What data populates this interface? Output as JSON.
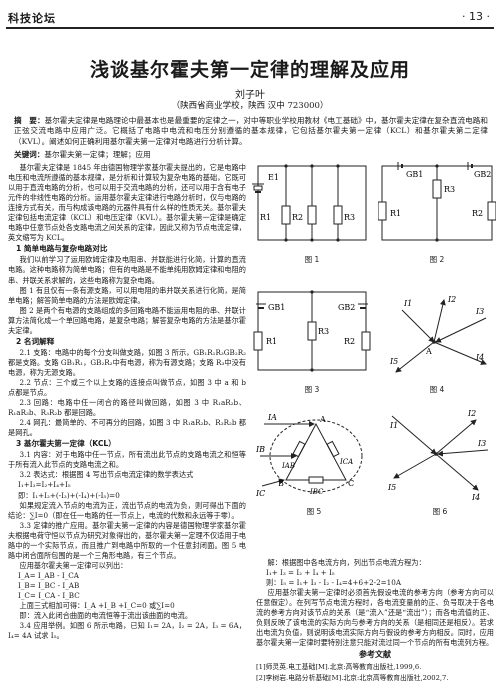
{
  "header": {
    "section": "科技论坛",
    "page": "· 13 ·"
  },
  "article": {
    "title": "浅谈基尔霍夫第一定律的理解及应用",
    "author": "刘子叶",
    "affiliation": "（陕西省商业学校，陕西 汉中 723000）",
    "abstract_label": "摘　要：",
    "abstract": "基尔霍夫定律是电路理论中最基本也是最重要的定律之一，对中等职业学校用教材《电工基础》中，基尔霍夫定律在复杂直流电路和正弦交流电路中应用广泛。它概括了电路中电流和电压分别遵循的基本规律，它包括基尔霍夫第一定律（KCL）和基尔霍夫第二定律（KVL）。阐述如何正确利用基尔霍夫第一定律对电路进行分析计算。",
    "keywords_label": "关键词：",
    "keywords": "基尔霍夫第一定律；理解；应用"
  },
  "body_left": [
    {
      "type": "p",
      "text": "基尔霍夫定律是 1845 年由德国物理学家基尔霍夫提出的，它是电路中电压和电流所遵循的基本规律，是分析和计算较为复杂电路的基础，它既可以用于直流电路的分析，也可以用于交流电路的分析，还可以用于含有电子元件的非线性电路的分析。运用基尔霍夫定律进行电路分析时，仅与电路的连接方式有关，而与构成该电路的元器件具有什么样的性质无关。基尔霍夫定律包括电流定律（KCL）和电压定律（KVL）。基尔霍夫第一定律是确定电路中任意节点处各支路电流之间关系的定律，因此又称为节点电流定律，英文缩写为 KCL。"
    },
    {
      "type": "h",
      "text": "1  简单电路与复杂电路对比"
    },
    {
      "type": "p",
      "text": "我们以前学习了运用欧姆定律及电阻串、并联能进行化简，计算的直流电路。这种电路称为简单电路；但有的电路是不能单纯用欧姆定律和电阻的串、并联关系求解的，这些电路称为复杂电路。"
    },
    {
      "type": "p",
      "text": "图 1 有且仅有一条有源支路，可以用电阻的串并联关系进行化简，是简单电路；解答简单电路的方法是欧姆定律。"
    },
    {
      "type": "p",
      "text": "图 2 是两个有电源的支路组成的多回路电路不能运用电阻的串、并联计算方法简化成一个单回路电路，是复杂电路；解答复杂电路的方法是基尔霍夫定律。"
    },
    {
      "type": "h",
      "text": "2  名词解释"
    },
    {
      "type": "p",
      "text": "2.1 支路：电路中的每个分支叫做支路，如图 3 所示，GB₁R₁R₃GB₂R₂都是支路。支路 GB₁R₁，GB₂R₂中有电源，称为有源支路；支路 R₃中没有电源，称为无源支路。"
    },
    {
      "type": "p",
      "text": "2.2 节点：三个或三个以上支路的连接点叫做节点，如图 3 中 a 和 b 点都是节点。"
    },
    {
      "type": "p",
      "text": "2.3 回路：电路中任一闭合的路径叫做回路，如图 3 中 R₁aR₂b、R₁aR₃b、R₃R₂b 都是回路。"
    },
    {
      "type": "p",
      "text": "2.4 网孔：最简单的、不可再分的回路，如图 3 中 R₁aR₂b、R₃R₂b 都是网孔。"
    },
    {
      "type": "h",
      "text": "3  基尔霍夫第一定律（KCL）"
    },
    {
      "type": "p",
      "text": "3.1 内容：对于电路中任一节点，所有流出此节点的支路电流之和恒等于所有流入此节点的支路电流之和。"
    },
    {
      "type": "p",
      "text": "3.2 表达式：根据图 4 写出节点电流定律的数学表达式"
    },
    {
      "type": "eq",
      "text": "I₁+I₃=I₂+I₄+I₅"
    },
    {
      "type": "eq",
      "text": "即：I₁+I₂+(-I₃)+(-I₄)+(-I₅)=0"
    },
    {
      "type": "p",
      "text": "如果规定流入节点的电流为正，流出节点的电流为负，则可得出下面的结论：∑I=0（即在任一电路的任一节点上，电流的代数和永远等于零）。"
    },
    {
      "type": "p",
      "text": "3.3 定律的推广应用。基尔霍夫第一定律的内容是德国物理学家基尔霍夫根据电荷守恒以节点为研究对象得出的，基尔霍夫第一定理不仅适用于电路中的一个实际节点，而且推广到电路中所取的一个任意封闭面。图 5 电路中闭合面所包围的是一个三角形电路，有三个节点。"
    },
    {
      "type": "p",
      "text": "应用基尔霍夫第一定律可以列出："
    },
    {
      "type": "eq",
      "text": "I_A= I_AB - I_CA"
    },
    {
      "type": "eq",
      "text": "I_B= I_BC - I_AB"
    },
    {
      "type": "eq",
      "text": "I_C= I_CA - I_BC"
    },
    {
      "type": "p",
      "text": "上面三式相加可得：I_A +I_B +I_C=0 或∑I=0"
    },
    {
      "type": "p",
      "text": "即：流入此闭合曲面的电流恒等于流出该曲面的电流。"
    },
    {
      "type": "p",
      "text": "3.4 应用举例。如图 6 所示电路，已知 I₁= 2A，I₂ = 2A，I₃ = 6A，I₄= 4A 试求 I₅。"
    }
  ],
  "body_right": [
    {
      "type": "p",
      "text": "解：根据图中各电流方向，列出节点电流方程为："
    },
    {
      "type": "eq",
      "text": "I₁+ I₃ = I₂ + I₄ + I₅"
    },
    {
      "type": "eq",
      "text": "则：I₅ = I₁+ I₃ - I₂ - I₄=4+6+2-2=10A"
    },
    {
      "type": "p",
      "text": "应用基尔霍夫第一定律时必须首先假设电流的参考方向（参考方向可以任意假定）。在列写节点电流方程时，各电流变量前的正、负号取决于各电流的参考方向对该节点的关系（是“流入”还是“流出”）；而各电流值的正、负则反映了该电流的实际方向与参考方向的关系（是相同还是相反）。若求出电流为负值，则说明该电流实际方向与假设的参考方向相反。同时，应用基尔霍夫第一定律时要特别注意只能对流过同一个节点的所有电流列方程。"
    },
    {
      "type": "h",
      "text": "参考文献"
    },
    {
      "type": "ref",
      "text": "[1]师灵英.电工基础[M].北京:高等教育出版社,1999,6."
    },
    {
      "type": "ref",
      "text": "[2]李树岩.电路分析基础[M].北京:北京高等教育出版社,2002,7."
    }
  ],
  "figures": {
    "fig1": {
      "caption": "图 1",
      "labels": [
        "E1",
        "R1",
        "R2",
        "R3"
      ]
    },
    "fig2": {
      "caption": "图 2",
      "labels": [
        "GB1",
        "GB2",
        "R3",
        "R1",
        "R2"
      ]
    },
    "fig3": {
      "caption": "图 3",
      "labels": [
        "GB1",
        "GB2",
        "R1",
        "R3",
        "R2"
      ]
    },
    "fig4": {
      "caption": "图 4",
      "labels": [
        "I1",
        "I2",
        "I3",
        "I4",
        "I5",
        "A"
      ]
    },
    "fig5": {
      "caption": "图 5",
      "labels": [
        "IA",
        "IB",
        "IC",
        "IAB",
        "IBC",
        "ICA",
        "A",
        "B",
        "C"
      ]
    },
    "fig6": {
      "caption": "图 6",
      "labels": [
        "I1",
        "I2",
        "I3",
        "I4",
        "I5"
      ]
    }
  }
}
